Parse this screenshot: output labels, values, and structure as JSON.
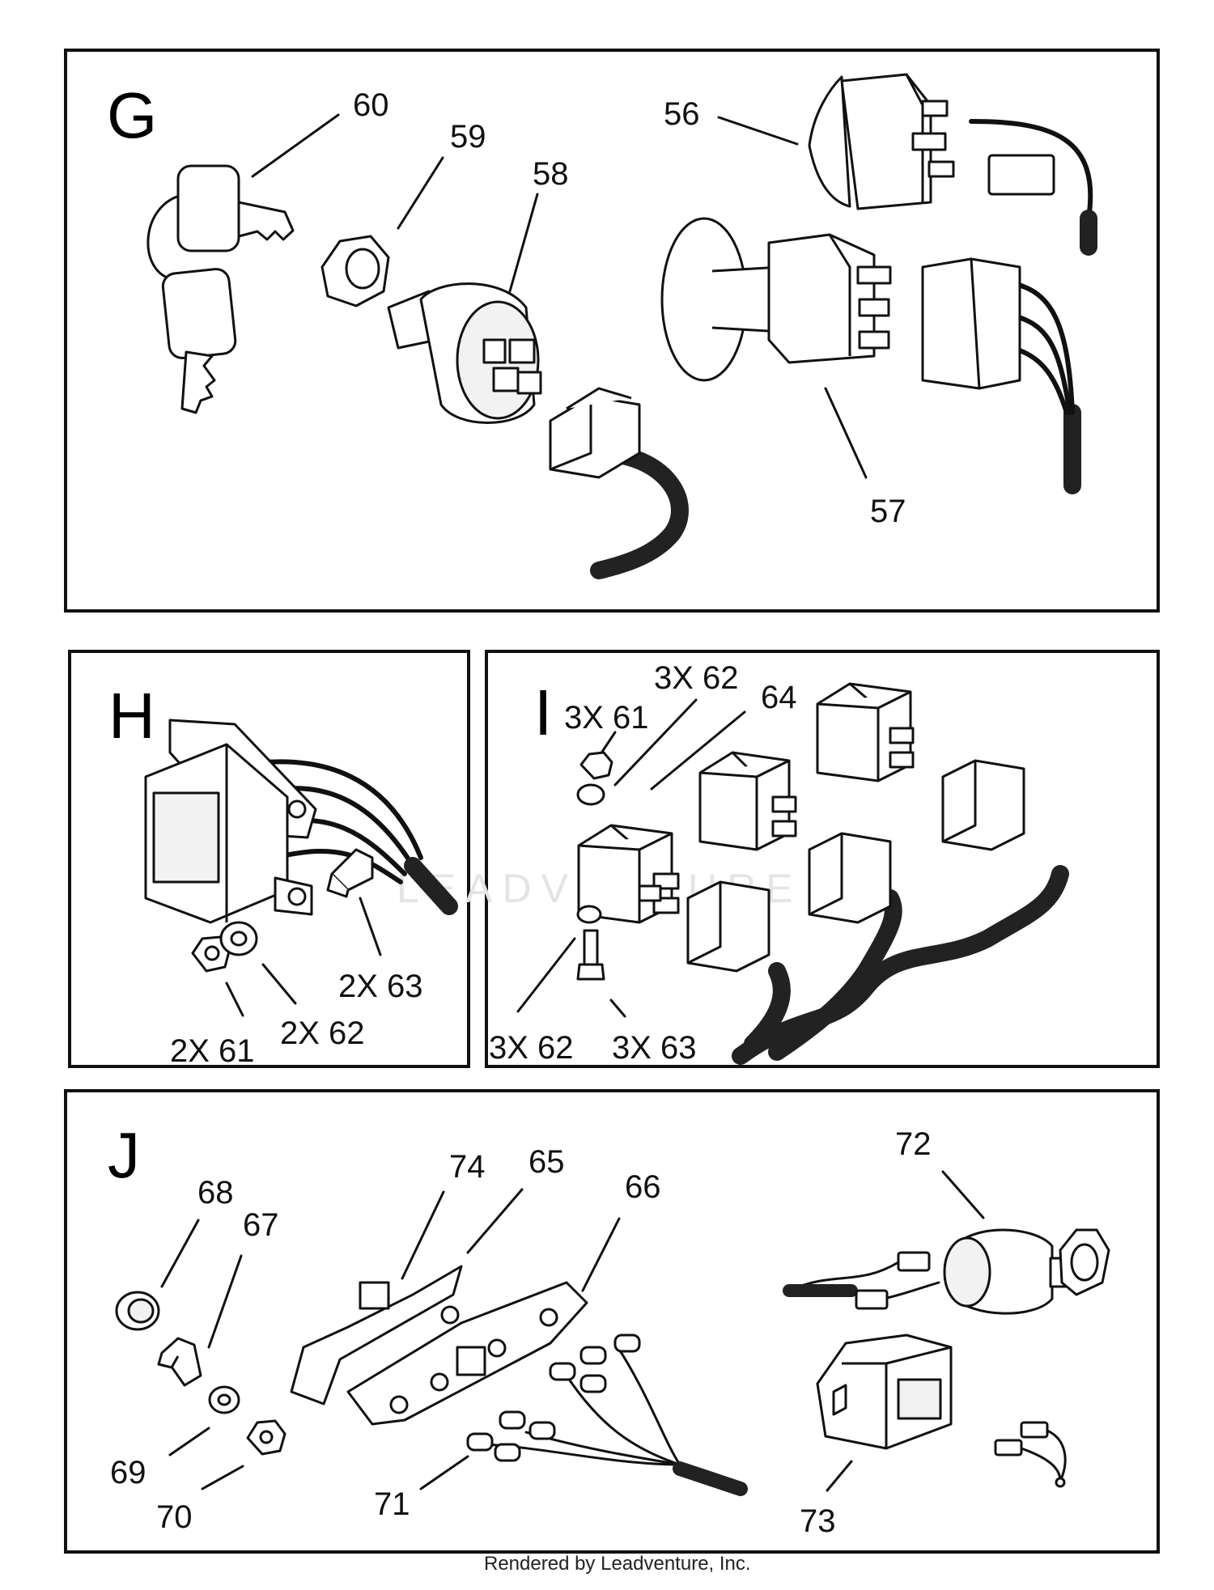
{
  "sections": {
    "g": "G",
    "h": "H",
    "i": "I",
    "j": "J"
  },
  "callouts": {
    "c60": "60",
    "c59": "59",
    "c58": "58",
    "c56": "56",
    "c57": "57",
    "h_2x63": "2X 63",
    "h_2x62": "2X 62",
    "h_2x61": "2X 61",
    "i_3x62_top": "3X 62",
    "i_3x61": "3X 61",
    "i_64": "64",
    "i_3x62_bottom": "3X 62",
    "i_3x63": "3X 63",
    "c74": "74",
    "c65": "65",
    "c66": "66",
    "c68": "68",
    "c67": "67",
    "c72": "72",
    "c69": "69",
    "c70": "70",
    "c71": "71",
    "c73": "73"
  },
  "watermark": "LEADVENTURE",
  "footer": "Rendered by Leadventure, Inc.",
  "colors": {
    "line": "#111111",
    "background": "#ffffff",
    "watermark": "#e4e4e4"
  }
}
